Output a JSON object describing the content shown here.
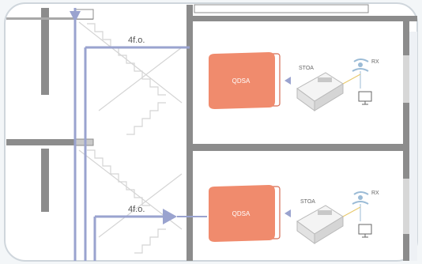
{
  "diagram": {
    "floors": [
      {
        "id": "upper",
        "fiber_label": "4f.o.",
        "panel_label": "QDSA",
        "device_label": "STOA",
        "receiver_label": "RX"
      },
      {
        "id": "lower",
        "fiber_label": "4f.o.",
        "panel_label": "QDSA",
        "device_label": "STOA",
        "receiver_label": "RX"
      }
    ],
    "colors": {
      "fiber": "#9aa3cf",
      "wall": "#8c8c8c",
      "panel": "#f08b6d",
      "stairs": "#dcdcdc"
    }
  }
}
